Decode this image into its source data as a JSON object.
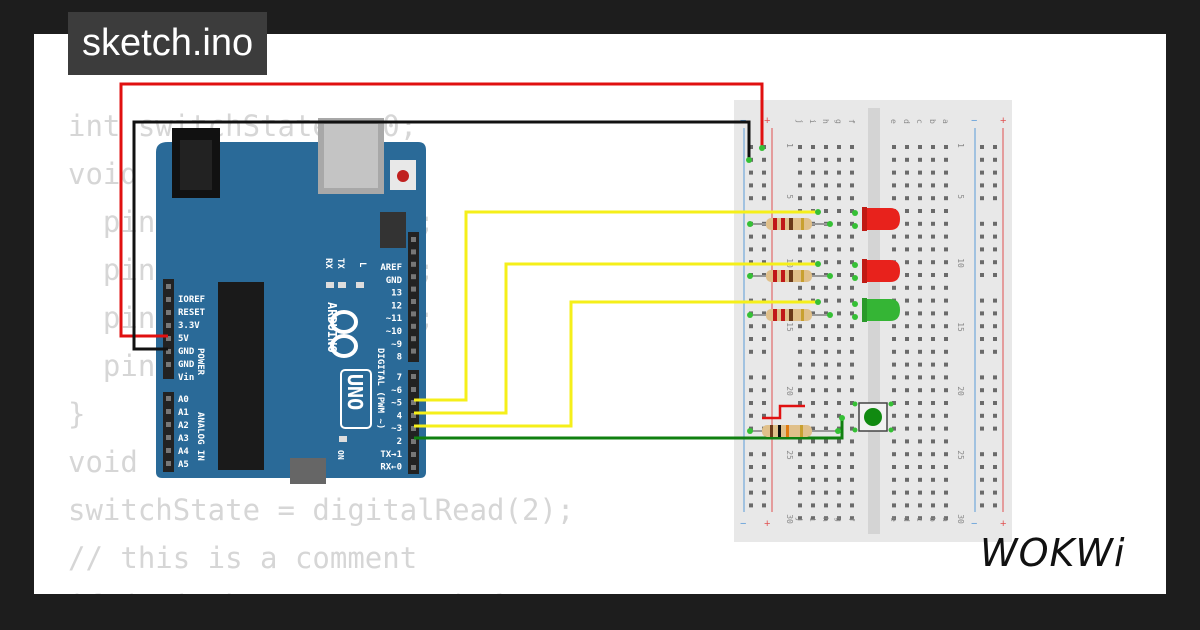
{
  "tab": {
    "title": "sketch.ino"
  },
  "code": {
    "lines": [
      "int switchState = 0;",
      "void",
      "  pinMode(3, OUTPUT);",
      "  pinMode(4, OUTPUT);",
      "  pinMode(5, OUTPUT);",
      "  pinMode(2, INPUT);",
      "}",
      "void",
      "switchState = digitalRead(2);",
      "// this is a comment",
      "if (switchState == LOW) {"
    ]
  },
  "arduino": {
    "brand": "ARDUINO",
    "model": "UNO",
    "power_header": "POWER",
    "analog_header": "ANALOG IN",
    "digital_header": "DIGITAL (PWM ~)",
    "on_label": "ON",
    "tx_label": "TX",
    "rx_label": "RX",
    "l_label": "L",
    "power_pins": [
      "IOREF",
      "RESET",
      "3.3V",
      "5V",
      "GND",
      "GND",
      "Vin"
    ],
    "analog_pins": [
      "A0",
      "A1",
      "A2",
      "A3",
      "A4",
      "A5"
    ],
    "digital_pins_upper": [
      "AREF",
      "GND",
      "13",
      "12",
      "~11",
      "~10",
      "~9",
      "8"
    ],
    "digital_pins_lower": [
      "7",
      "~6",
      "~5",
      "4",
      "~3",
      "2",
      "TX→1",
      "RX←0"
    ]
  },
  "breadboard": {
    "rows_left": [
      "a",
      "b",
      "c",
      "d",
      "e"
    ],
    "rows_right": [
      "f",
      "g",
      "h",
      "i",
      "j"
    ],
    "col_numbers": [
      "1",
      "5",
      "10",
      "15",
      "20",
      "25",
      "30"
    ],
    "rail_plus": "+",
    "rail_minus": "−"
  },
  "leds": [
    {
      "color": "red",
      "hex": "#e8221c"
    },
    {
      "color": "red",
      "hex": "#e8221c"
    },
    {
      "color": "green",
      "hex": "#35b535"
    }
  ],
  "wires": {
    "power": "#e01010",
    "ground": "#111111",
    "signal": "#f5ef1a",
    "switch": "#108010"
  },
  "brand": {
    "logo": "WOKWi"
  }
}
